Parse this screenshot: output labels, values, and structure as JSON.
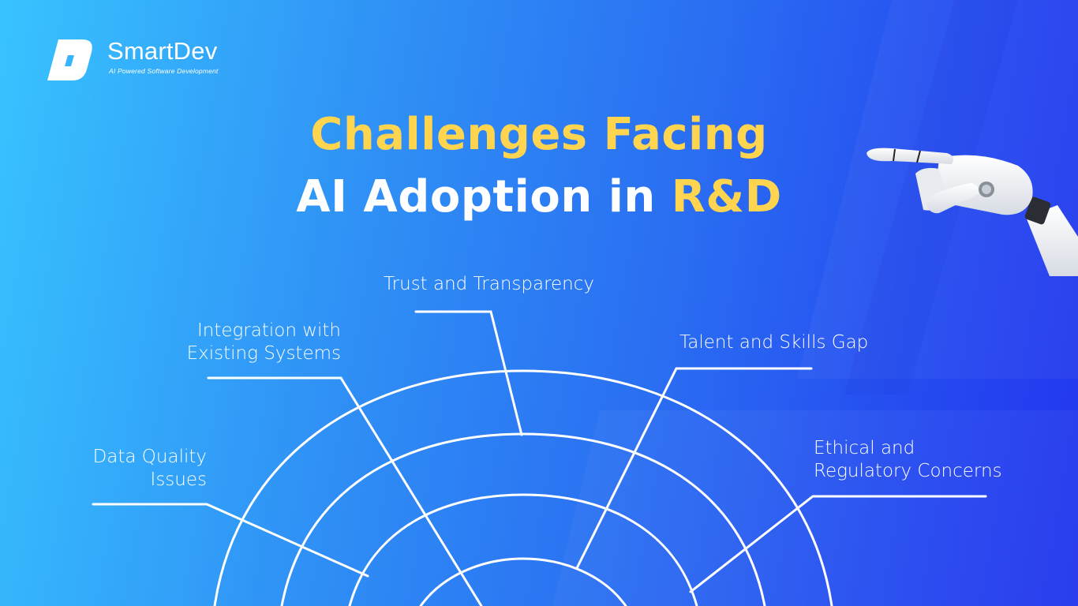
{
  "brand": {
    "name": "SmartDev",
    "tagline": "AI Powered Software Development"
  },
  "title": {
    "line1": "Challenges Facing",
    "line2_prefix": "AI Adoption in",
    "line2_highlight": "R&D"
  },
  "colors": {
    "accent_yellow": "#ffd44f",
    "text_white": "#ffffff",
    "bg_left": "#38c3ff",
    "bg_right": "#2236ee"
  },
  "challenges": [
    {
      "id": "data-quality",
      "lines": [
        "Data Quality",
        "Issues"
      ]
    },
    {
      "id": "integration",
      "lines": [
        "Integration with",
        "Existing Systems"
      ]
    },
    {
      "id": "trust",
      "lines": [
        "Trust and Transparency"
      ]
    },
    {
      "id": "talent",
      "lines": [
        "Talent and Skills Gap"
      ]
    },
    {
      "id": "ethical",
      "lines": [
        "Ethical and",
        "Regulatory Concerns"
      ]
    }
  ],
  "icons": {
    "logo": "smartdev-d-logo-icon",
    "robot": "robot-hand-pointing-icon"
  }
}
